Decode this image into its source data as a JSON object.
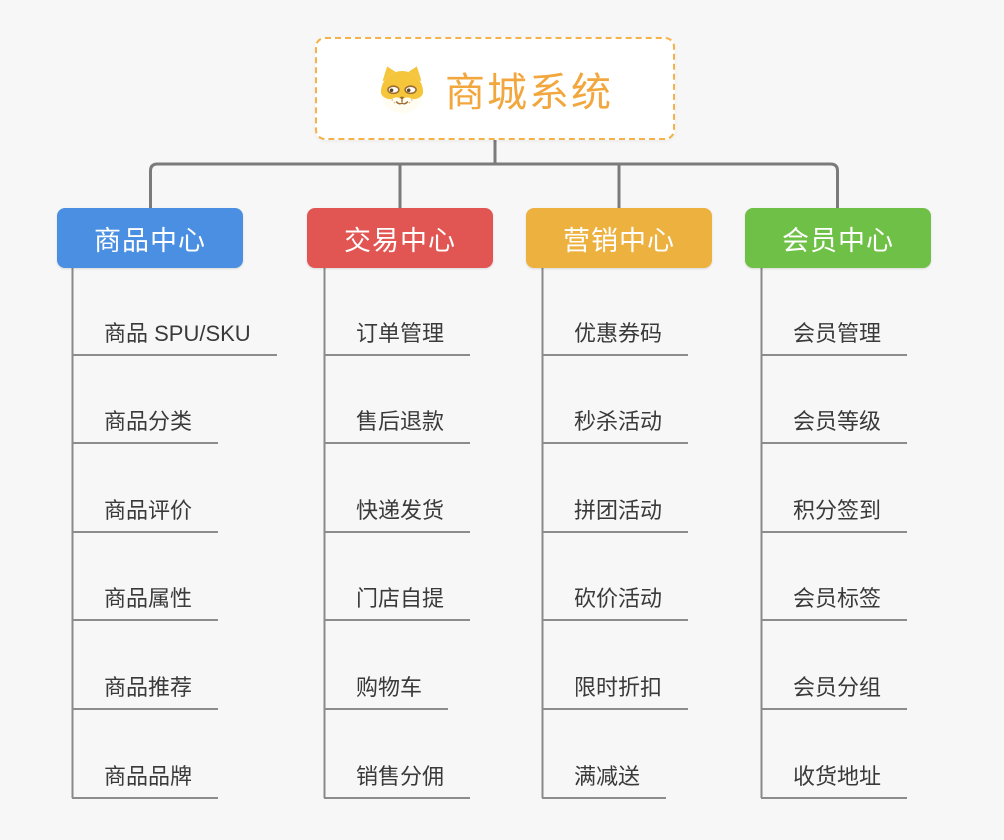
{
  "root": {
    "label": "商城系统",
    "icon": "dog-face-icon",
    "text_color": "#f2a73e",
    "border_color": "#f5b14a"
  },
  "branches": [
    {
      "label": "商品中心",
      "color": "#4a8fe2",
      "children": [
        "商品 SPU/SKU",
        "商品分类",
        "商品评价",
        "商品属性",
        "商品推荐",
        "商品品牌"
      ]
    },
    {
      "label": "交易中心",
      "color": "#e15552",
      "children": [
        "订单管理",
        "售后退款",
        "快递发货",
        "门店自提",
        "购物车",
        "销售分佣"
      ]
    },
    {
      "label": "营销中心",
      "color": "#edb140",
      "children": [
        "优惠券码",
        "秒杀活动",
        "拼团活动",
        "砍价活动",
        "限时折扣",
        "满减送"
      ]
    },
    {
      "label": "会员中心",
      "color": "#6fc046",
      "children": [
        "会员管理",
        "会员等级",
        "积分签到",
        "会员标签",
        "会员分组",
        "收货地址"
      ]
    }
  ],
  "style": {
    "connector_color": "#7b7b7b",
    "leaf_line_color": "#8c8c8c",
    "background": "#f7f7f7"
  }
}
